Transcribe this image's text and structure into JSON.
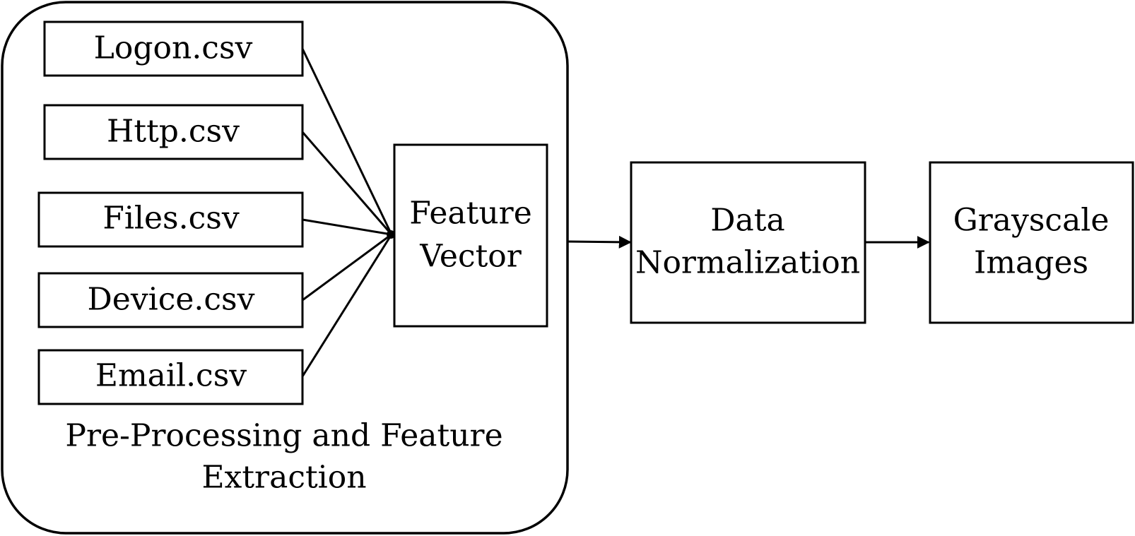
{
  "group": {
    "label_line1": "Pre-Processing and Feature",
    "label_line2": "Extraction"
  },
  "inputs": [
    {
      "label": "Logon.csv"
    },
    {
      "label": "Http.csv"
    },
    {
      "label": "Files.csv"
    },
    {
      "label": "Device.csv"
    },
    {
      "label": "Email.csv"
    }
  ],
  "feature_vector": {
    "line1": "Feature",
    "line2": "Vector"
  },
  "normalization": {
    "line1": "Data",
    "line2": "Normalization"
  },
  "output": {
    "line1": "Grayscale",
    "line2": "Images"
  },
  "colors": {
    "stroke": "#000000",
    "background": "#ffffff"
  }
}
